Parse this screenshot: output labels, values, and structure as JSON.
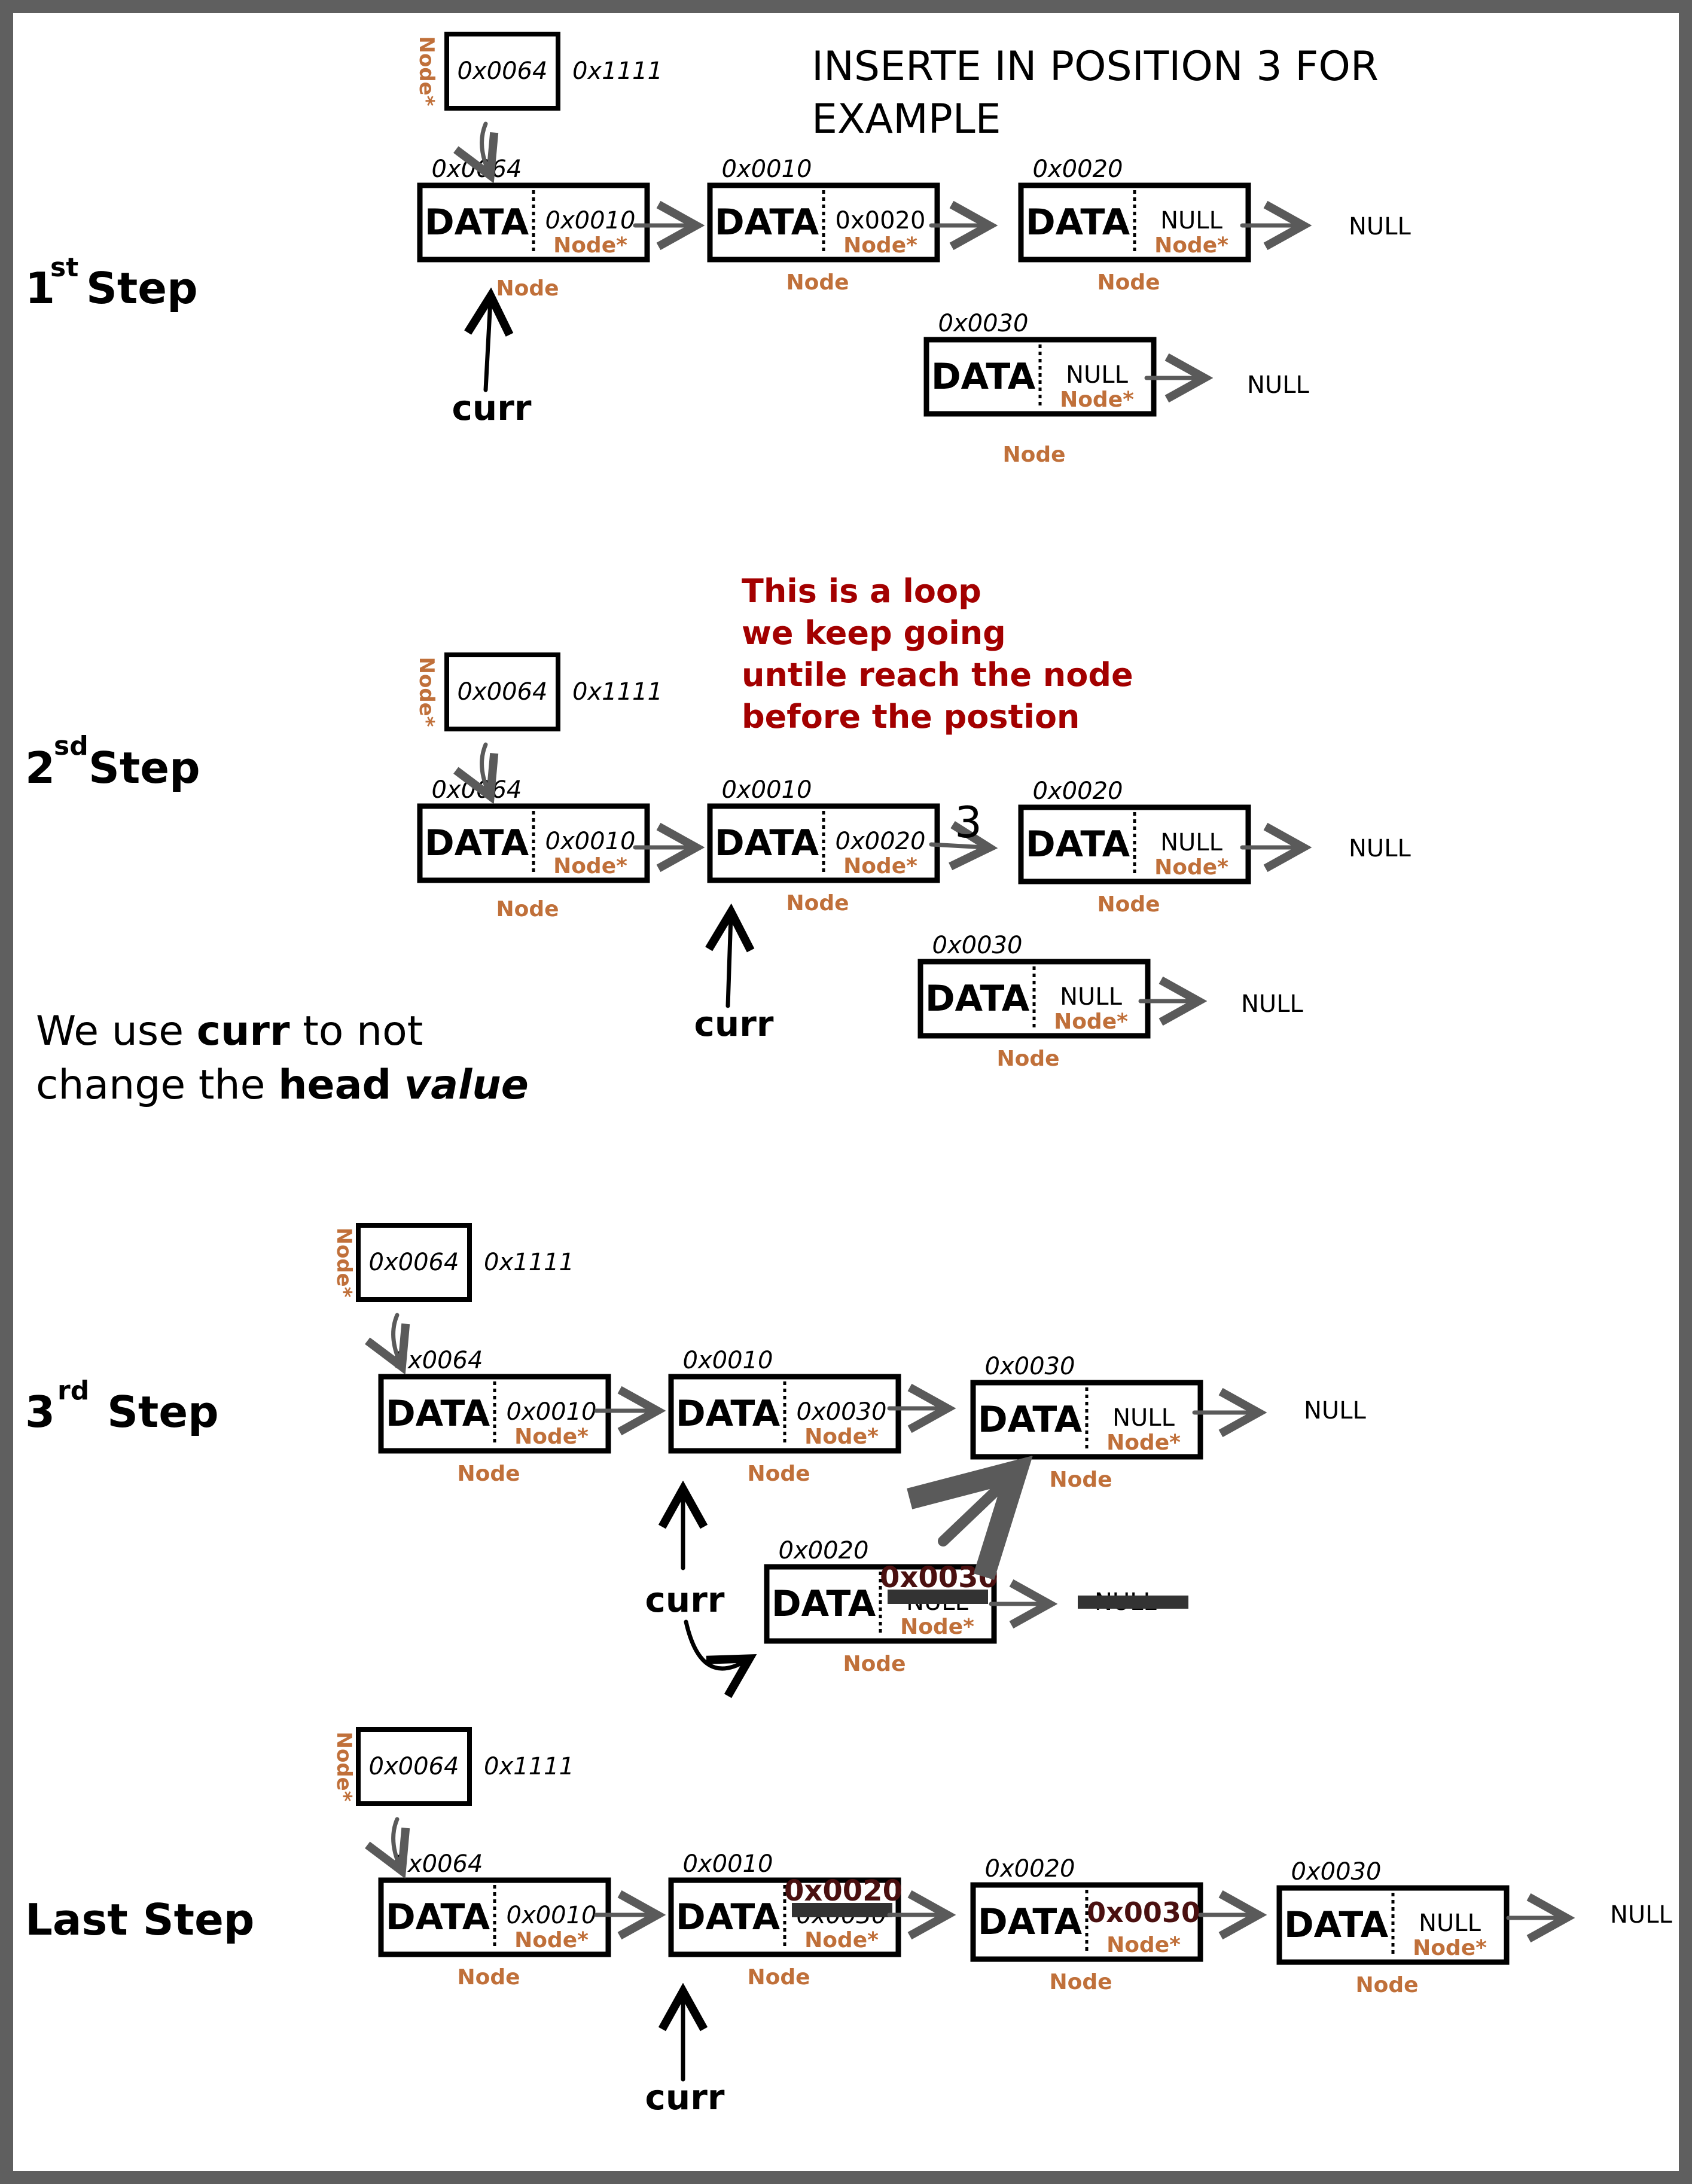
{
  "title": [
    "INSERTE IN POSITION 3 FOR",
    "EXAMPLE"
  ],
  "labels": {
    "data": "DATA",
    "node": "Node",
    "node_ptr": "Node*",
    "null": "NULL",
    "curr": "curr",
    "head_addr": "0x1111",
    "three": "3"
  },
  "steps": {
    "s1": {
      "num": "1",
      "sup": "st",
      "word": "Step"
    },
    "s2": {
      "num": "2",
      "sup": "sd",
      "word": "Step"
    },
    "s3": {
      "num": "3",
      "sup": "rd",
      "word": " Step"
    },
    "s4": {
      "word": "Last Step"
    }
  },
  "loop_note": [
    "This is a loop",
    "we keep going",
    "untile reach the node",
    "before the postion"
  ],
  "curr_note": {
    "l1a": "We use ",
    "l1b": "curr",
    "l1c": " to not",
    "l2a": "change the ",
    "l2b": "head",
    "l2c": " ",
    "l2d": "value"
  },
  "addresses": {
    "a64": "0x0064",
    "a10": "0x0010",
    "a20": "0x0020",
    "a30": "0x0030"
  },
  "colors": {
    "node_label": "#c0703a",
    "note": "#a30000",
    "overwrite": "#4a1010",
    "arrow": "#5a5a5a"
  }
}
